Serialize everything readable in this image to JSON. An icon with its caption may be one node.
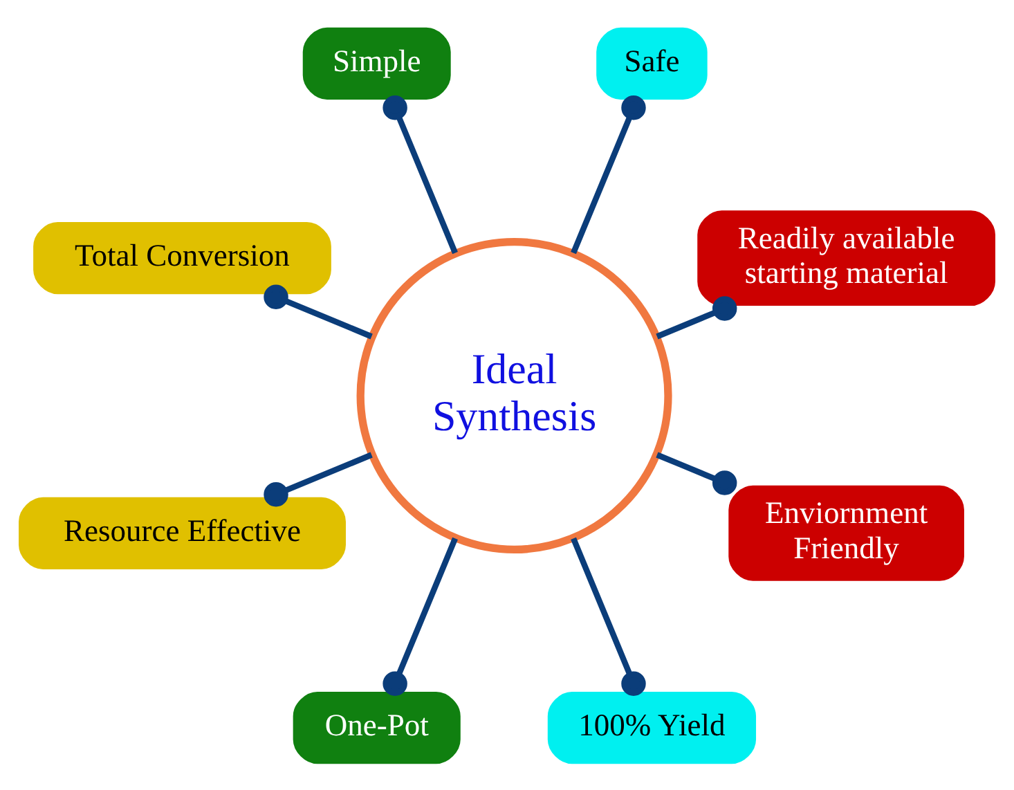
{
  "diagram": {
    "nodes": [
      {
        "text": [
          "Readily available starting material"
        ]
      },
      {
        "text": [
          "Safe"
        ]
      },
      {
        "text": [
          "Simple"
        ]
      },
      {
        "text": [
          "Ideal Synthesis"
        ]
      },
      {
        "text": [
          "Total Conversion"
        ]
      },
      {
        "text": [
          "Resource Effective"
        ]
      },
      {
        "text": [
          "One-Pot"
        ]
      },
      {
        "text": [
          "100% Yield"
        ]
      },
      {
        "text": [
          "Enviornment Friendly"
        ]
      }
    ],
    "edges": [
      {
        "from": 3,
        "to": 0,
        "arrow": "other"
      },
      {
        "from": 3,
        "to": 1,
        "arrow": "other"
      },
      {
        "from": 3,
        "to": 2,
        "arrow": "other"
      },
      {
        "from": 3,
        "to": 4,
        "arrow": "other"
      },
      {
        "from": 3,
        "to": 5,
        "arrow": "other"
      },
      {
        "from": 3,
        "to": 6,
        "arrow": "other"
      },
      {
        "from": 3,
        "to": 7,
        "arrow": "other"
      },
      {
        "from": 3,
        "to": 8,
        "arrow": "other"
      }
    ]
  }
}
